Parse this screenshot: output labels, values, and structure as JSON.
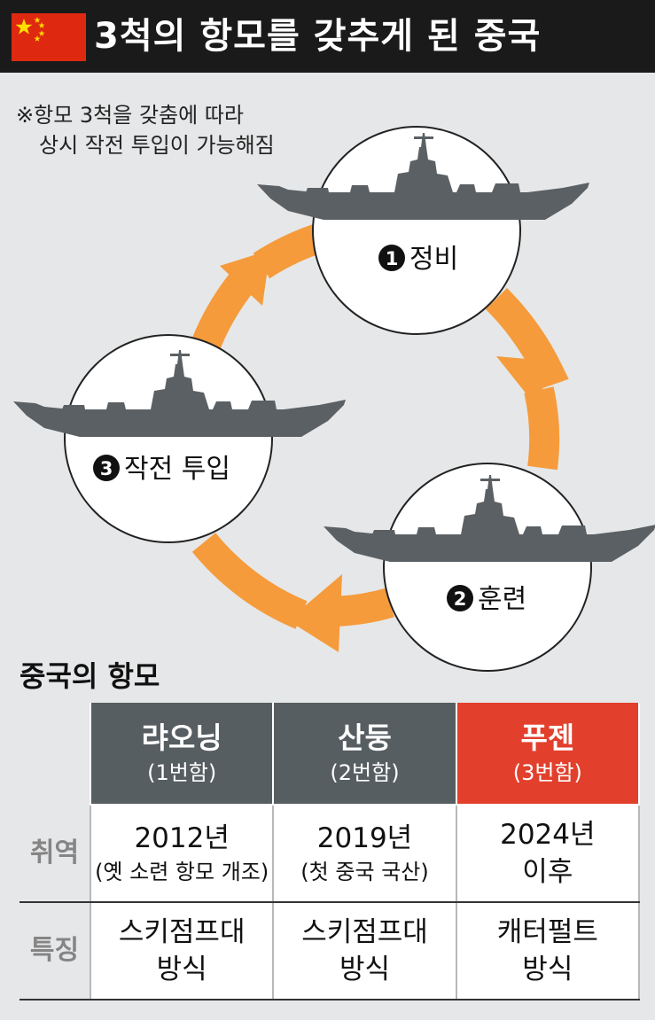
{
  "header": {
    "title": "3척의 항모를 갖추게 된 중국",
    "flag_colors": {
      "red": "#de2910",
      "yellow": "#ffde00"
    }
  },
  "note": {
    "line1": "※항모 3척을 갖춤에 따라",
    "line2": "상시 작전 투입이 가능해짐"
  },
  "cycle": {
    "arrow_color": "#f59b3b",
    "ship_color": "#5b6064",
    "steps": [
      {
        "number": "1",
        "label": "정비"
      },
      {
        "number": "2",
        "label": "훈련"
      },
      {
        "number": "3",
        "label": "작전 투입"
      }
    ]
  },
  "table": {
    "title": "중국의 항모",
    "highlight_color": "#e2402c",
    "header_color": "#575e62",
    "columns": [
      {
        "name": "랴오닝",
        "sub": "(1번함)"
      },
      {
        "name": "산둥",
        "sub": "(2번함)"
      },
      {
        "name": "푸젠",
        "sub": "(3번함)"
      }
    ],
    "rows": [
      {
        "label": "취역",
        "cells": [
          {
            "main": "2012년",
            "sub": "(옛 소련 항모 개조)"
          },
          {
            "main": "2019년",
            "sub": "(첫 중국 국산)"
          },
          {
            "main": "2024년",
            "line2": "이후"
          }
        ]
      },
      {
        "label": "특징",
        "cells": [
          {
            "main": "스키점프대",
            "line2": "방식"
          },
          {
            "main": "스키점프대",
            "line2": "방식"
          },
          {
            "main": "캐터펄트",
            "line2": "방식"
          }
        ]
      }
    ]
  }
}
